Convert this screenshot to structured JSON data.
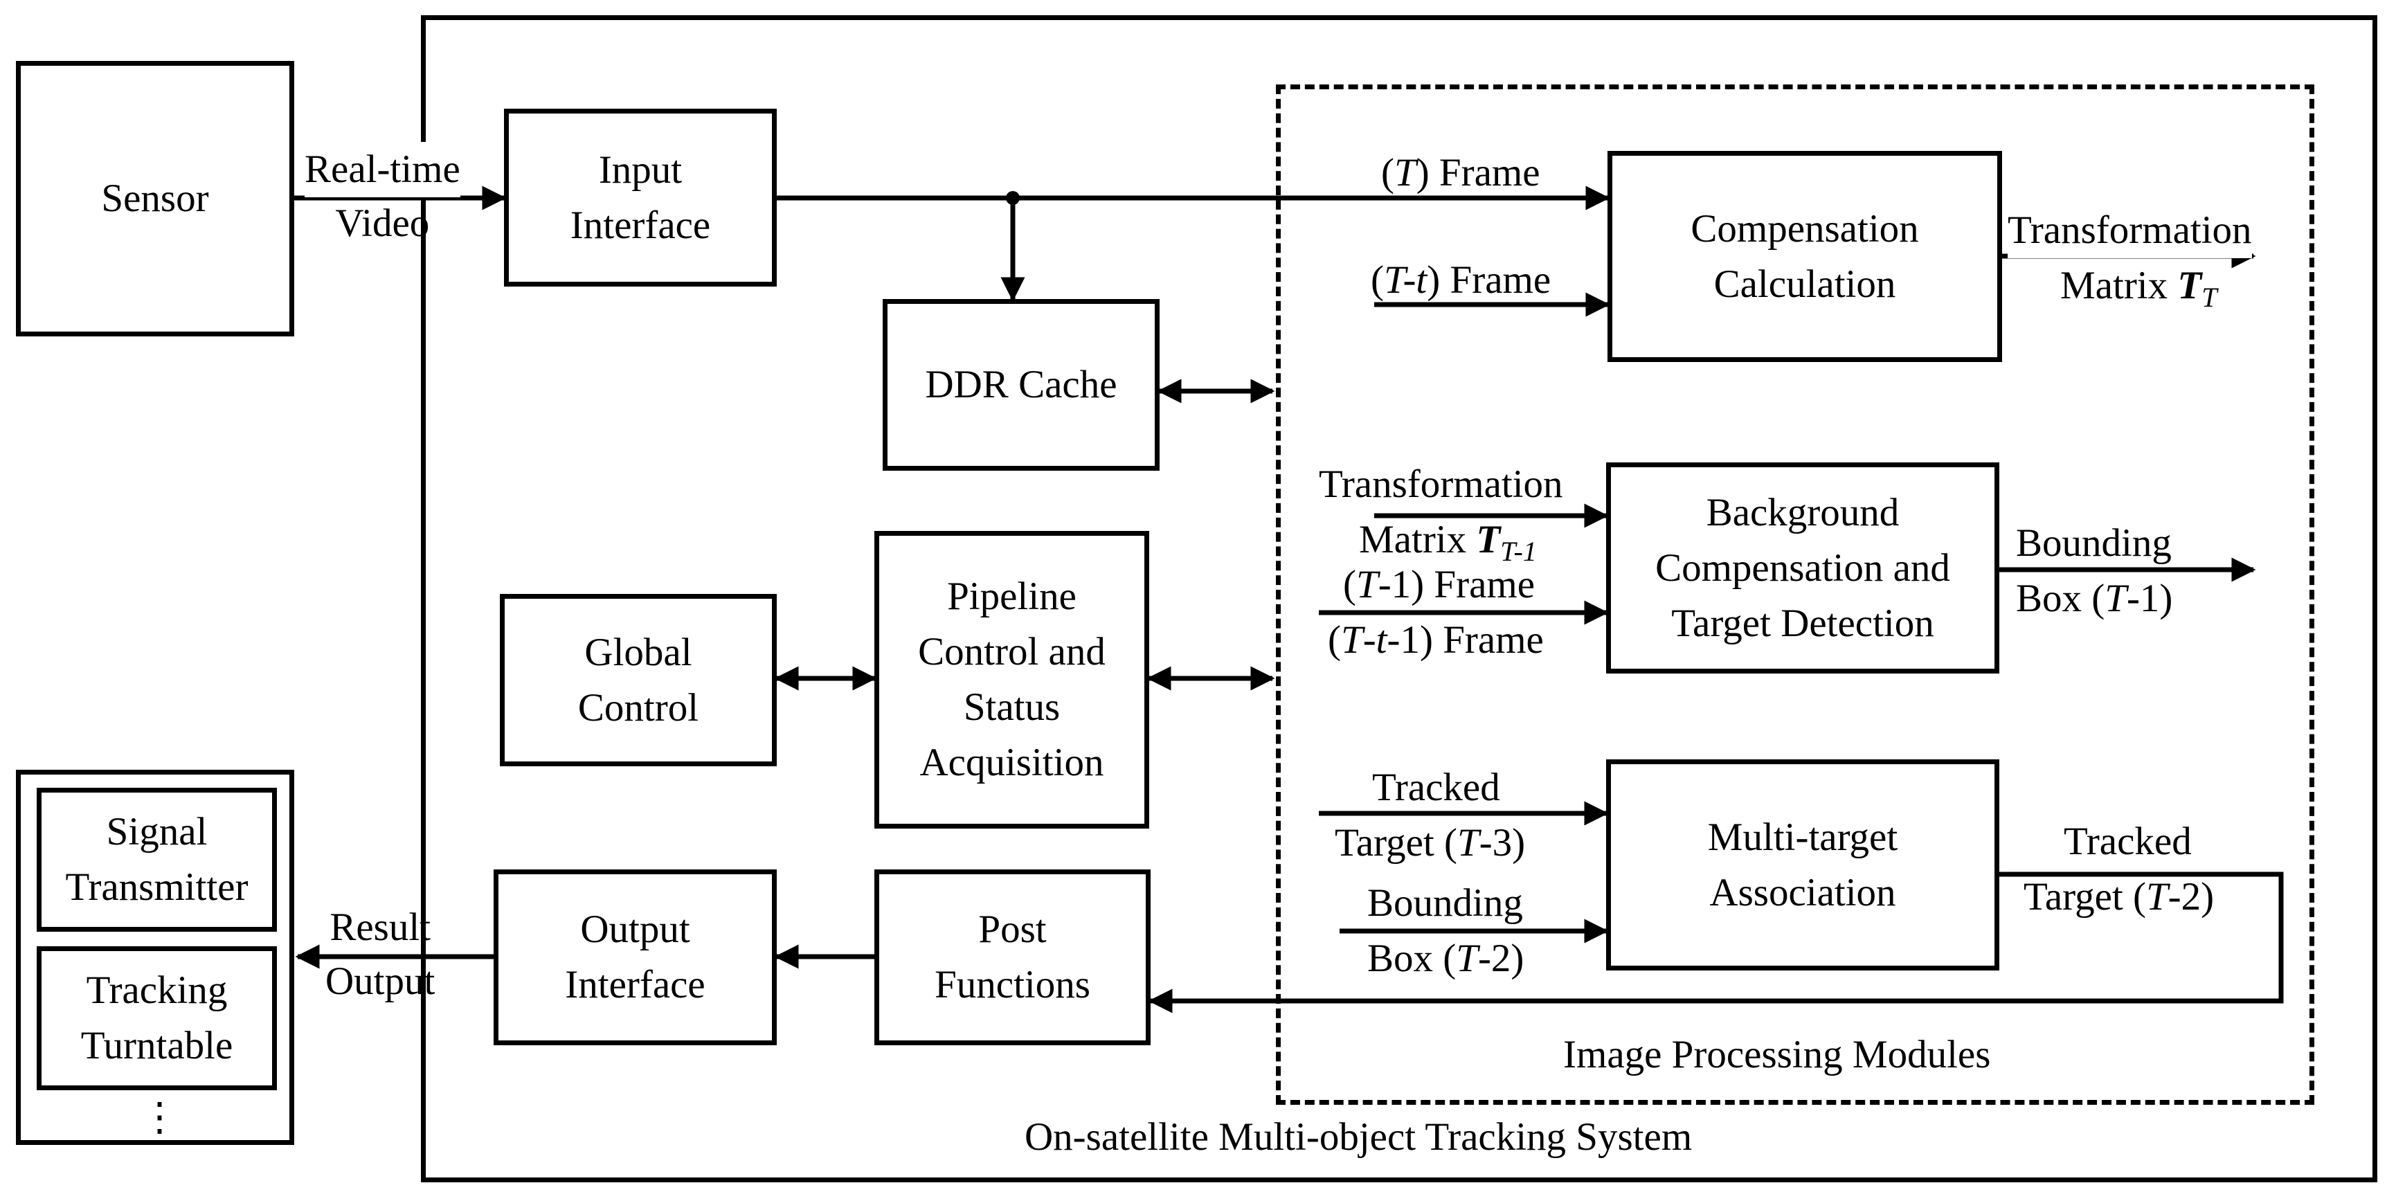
{
  "system_title": "On-satellite Multi-object Tracking System",
  "modules_title": "Image Processing Modules",
  "blocks": {
    "sensor": "Sensor",
    "input_interface": [
      "Input",
      "Interface"
    ],
    "ddr_cache": "DDR Cache",
    "global_control": [
      "Global",
      "Control"
    ],
    "pipeline_control": [
      "Pipeline",
      "Control and",
      "Status",
      "Acquisition"
    ],
    "output_interface": [
      "Output",
      "Interface"
    ],
    "post_functions": [
      "Post",
      "Functions"
    ],
    "compensation_calc": [
      "Compensation",
      "Calculation"
    ],
    "background_comp": [
      "Background",
      "Compensation and",
      "Target Detection"
    ],
    "multi_target": [
      "Multi-target",
      "Association"
    ],
    "signal_transmitter": [
      "Signal",
      "Transmitter"
    ],
    "tracking_turntable": [
      "Tracking",
      "Turntable"
    ],
    "ellipsis": "⋮"
  },
  "labels": {
    "realtime_video": [
      "Real-time",
      "Video"
    ],
    "result_output": [
      "Result",
      "Output"
    ],
    "frame_T": {
      "prefix": "(",
      "var": "T",
      "suffix": ") Frame"
    },
    "frame_T_t": {
      "prefix": "(",
      "var": "T-t",
      "suffix": ") Frame"
    },
    "transformation_out": "Transformation",
    "matrix_T": {
      "prefix": "Matrix ",
      "var": "T",
      "sub": "T"
    },
    "transformation_in": "Transformation",
    "matrix_T_1": {
      "prefix": "Matrix ",
      "var": "T",
      "sub": "T-1"
    },
    "frame_T_1": {
      "prefix": "(",
      "var": "T",
      "suffix": "-1) Frame"
    },
    "frame_T_t_1": {
      "prefix": "(",
      "var": "T",
      "mid": "-",
      "var2": "t",
      "suffix": "-1) Frame"
    },
    "bounding_out": "Bounding",
    "box_T_1": {
      "prefix": "Box (",
      "var": "T",
      "suffix": "-1)"
    },
    "tracked_in": "Tracked",
    "target_T_3": {
      "prefix": "Target (",
      "var": "T",
      "suffix": "-3)"
    },
    "bounding_in": "Bounding",
    "box_T_2": {
      "prefix": "Box (",
      "var": "T",
      "suffix": "-2)"
    },
    "tracked_out": "Tracked",
    "target_T_2": {
      "prefix": "Target (",
      "var": "T",
      "suffix": "-2)"
    }
  }
}
